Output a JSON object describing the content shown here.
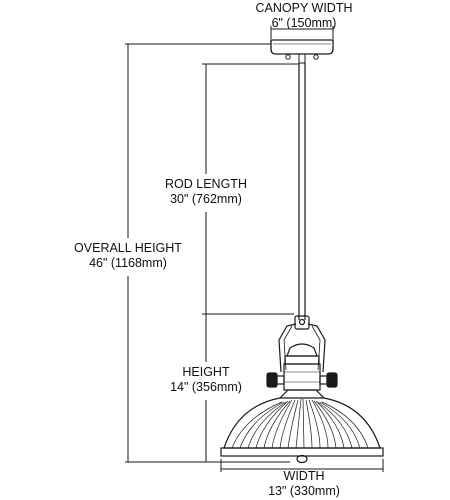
{
  "dimensions": {
    "canopy_width": {
      "label": "CANOPY WIDTH",
      "value": "6\" (150mm)"
    },
    "rod_length": {
      "label": "ROD LENGTH",
      "value": "30\" (762mm)"
    },
    "overall_height": {
      "label": "OVERALL HEIGHT",
      "value": "46\" (1168mm)"
    },
    "height": {
      "label": "HEIGHT",
      "value": "14\" (356mm)"
    },
    "width": {
      "label": "WIDTH",
      "value": "13\" (330mm)"
    }
  },
  "colors": {
    "line": "#1a1a1a",
    "text": "#111111"
  }
}
